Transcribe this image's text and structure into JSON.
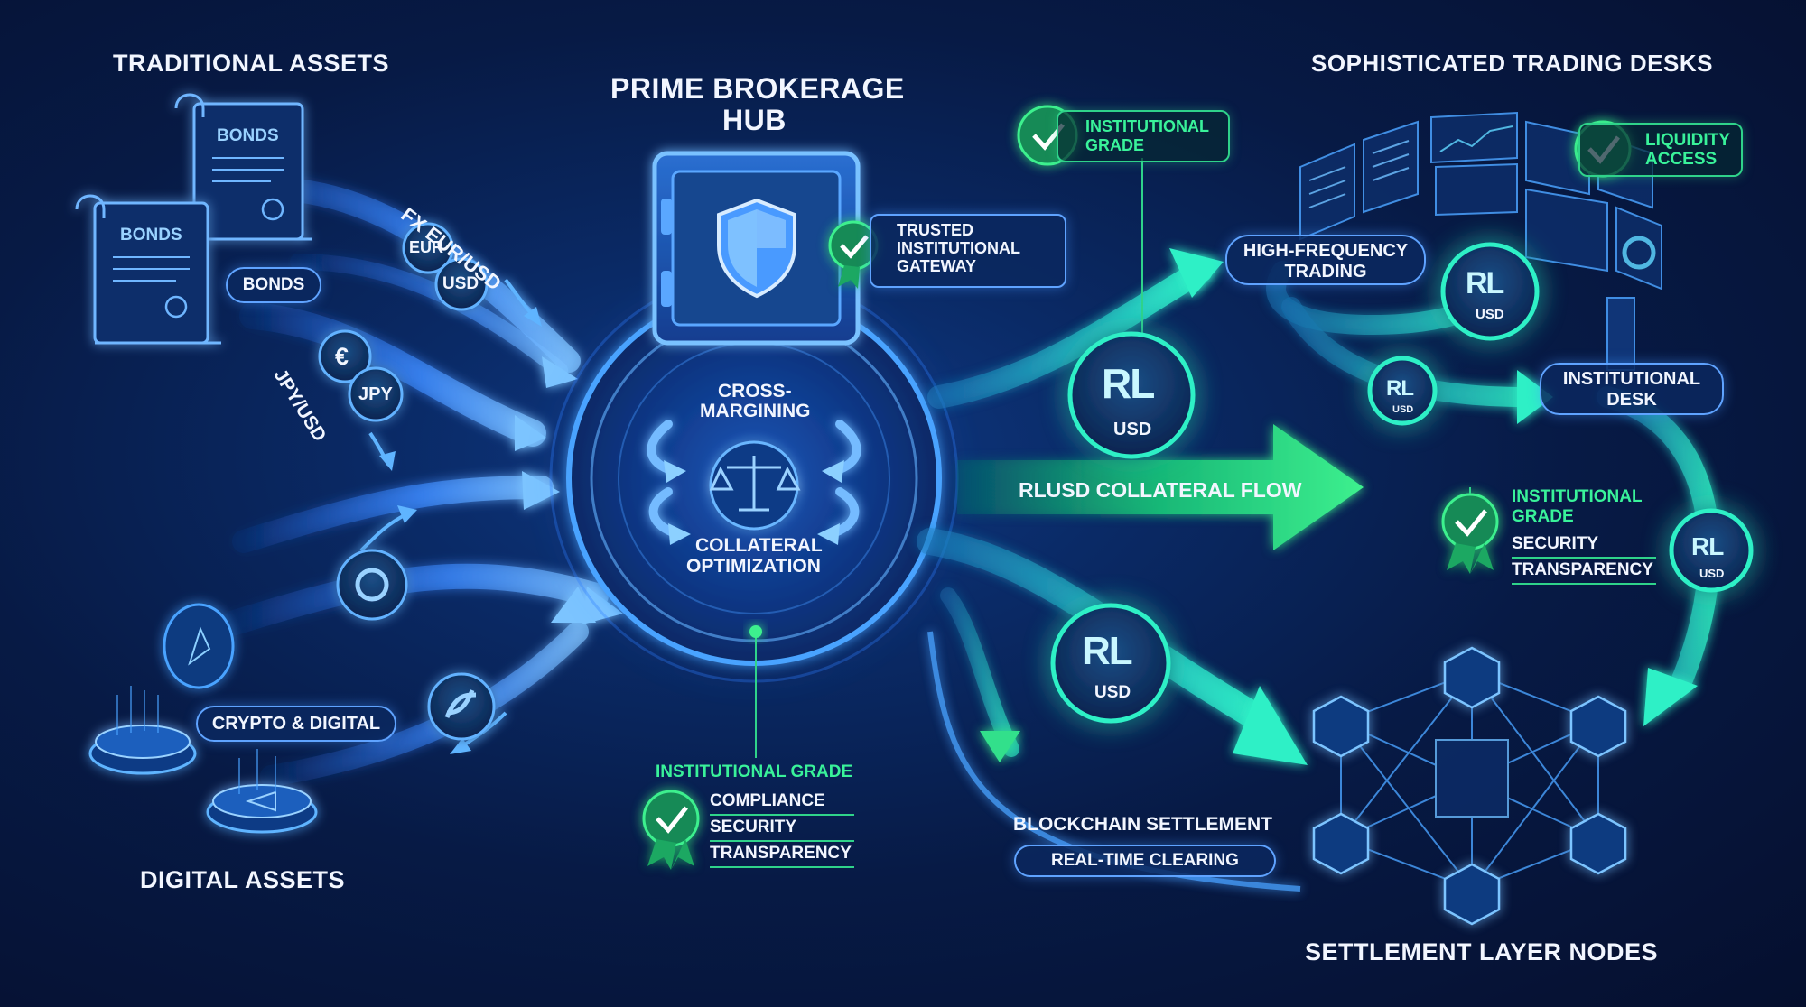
{
  "headings": {
    "traditional_assets": "TRADITIONAL ASSETS",
    "digital_assets": "DIGITAL ASSETS",
    "hub_title_line1": "PRIME BROKERAGE",
    "hub_title_line2": "HUB",
    "trading_desks": "SOPHISTICATED TRADING DESKS",
    "settlement_nodes": "SETTLEMENT LAYER NODES"
  },
  "left": {
    "bonds_doc_1": "BONDS",
    "bonds_doc_2": "BONDS",
    "bonds_pill": "BONDS",
    "fx_label": "FX EUR/USD",
    "eur_coin": "EUR",
    "usd_coin": "USD",
    "euro_coin": "€",
    "jpy_coin": "JPY",
    "jpy_label": "JPY/USD",
    "crypto_pill": "CRYPTO & DIGITAL"
  },
  "hub": {
    "gateway_line1": "TRUSTED",
    "gateway_line2": "INSTITUTIONAL",
    "gateway_line3": "GATEWAY",
    "cross_line1": "CROSS-",
    "cross_line2": "MARGINING",
    "collateral_line1": "COLLATERAL",
    "collateral_line2": "OPTIMIZATION",
    "badge_title": "INSTITUTIONAL GRADE",
    "badge_items": [
      "COMPLIANCE",
      "SECURITY",
      "TRANSPARENCY"
    ]
  },
  "flow": {
    "inst_grade_top_line1": "INSTITUTIONAL",
    "inst_grade_top_line2": "GRADE",
    "rlusd_flow_label": "RLUSD COLLATERAL FLOW",
    "coin_symbol": "RL",
    "coin_unit": "USD",
    "blockchain_settlement": "BLOCKCHAIN SETTLEMENT",
    "real_time_clearing": "REAL-TIME CLEARING"
  },
  "right": {
    "hft_line1": "HIGH-FREQUENCY",
    "hft_line2": "TRADING",
    "liquidity_line1": "LIQUIDITY",
    "liquidity_line2": "ACCESS",
    "inst_desk_line1": "INSTITUTIONAL",
    "inst_desk_line2": "DESK",
    "badge_title_line1": "INSTITUTIONAL",
    "badge_title_line2": "GRADE",
    "badge_items": [
      "SECURITY",
      "TRANSPARENCY"
    ]
  },
  "colors": {
    "background": "#06163d",
    "blue_accent": "#4aa3ff",
    "teal_accent": "#22d3c5",
    "green_accent": "#2fd38a"
  }
}
